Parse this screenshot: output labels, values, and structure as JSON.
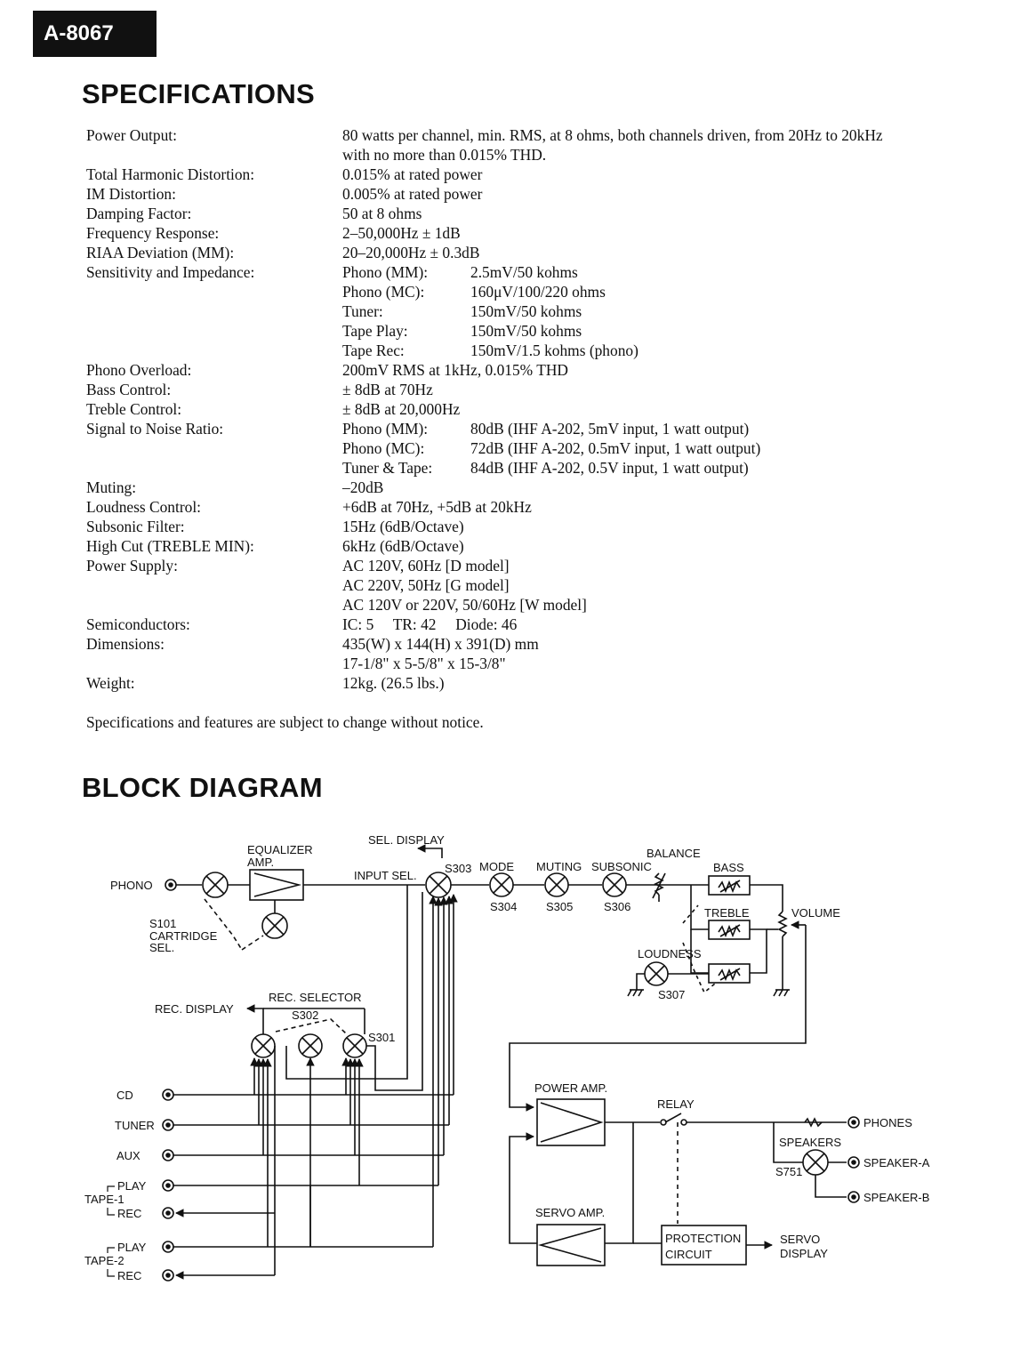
{
  "header": {
    "model": "A-8067"
  },
  "specifications": {
    "title": "SPECIFICATIONS",
    "rows": [
      {
        "label": "Power Output:",
        "lines": [
          {
            "text": "80 watts per channel, min. RMS, at 8 ohms, both channels driven, from 20Hz to 20kHz"
          },
          {
            "text": "with no more than 0.015% THD."
          }
        ]
      },
      {
        "label": "Total Harmonic Distortion:",
        "lines": [
          {
            "text": "0.015% at rated power"
          }
        ]
      },
      {
        "label": "IM Distortion:",
        "lines": [
          {
            "text": "0.005% at rated power"
          }
        ]
      },
      {
        "label": "Damping Factor:",
        "lines": [
          {
            "text": "50 at 8 ohms"
          }
        ]
      },
      {
        "label": "Frequency Response:",
        "lines": [
          {
            "text": "2–50,000Hz ± 1dB"
          }
        ]
      },
      {
        "label": "RIAA Deviation (MM):",
        "lines": [
          {
            "text": "20–20,000Hz ± 0.3dB"
          }
        ]
      },
      {
        "label": "Sensitivity and Impedance:",
        "lines": [
          {
            "sub": "Phono (MM):",
            "text": "2.5mV/50 kohms"
          },
          {
            "sub": "Phono (MC):",
            "text": "160μV/100/220 ohms"
          },
          {
            "sub": "Tuner:",
            "text": "150mV/50 kohms"
          },
          {
            "sub": "Tape Play:",
            "text": "150mV/50 kohms"
          },
          {
            "sub": "Tape Rec:",
            "text": "150mV/1.5 kohms (phono)"
          }
        ]
      },
      {
        "label": "Phono Overload:",
        "lines": [
          {
            "text": "200mV RMS at 1kHz, 0.015% THD"
          }
        ]
      },
      {
        "label": "Bass Control:",
        "lines": [
          {
            "text": "± 8dB at 70Hz"
          }
        ]
      },
      {
        "label": "Treble Control:",
        "lines": [
          {
            "text": "± 8dB at 20,000Hz"
          }
        ]
      },
      {
        "label": "Signal to Noise Ratio:",
        "lines": [
          {
            "sub": "Phono (MM):",
            "text": "80dB (IHF A-202, 5mV input, 1 watt output)"
          },
          {
            "sub": "Phono (MC):",
            "text": "72dB (IHF A-202, 0.5mV input, 1 watt output)"
          },
          {
            "sub": "Tuner & Tape:",
            "text": "84dB (IHF A-202, 0.5V input, 1 watt output)"
          }
        ]
      },
      {
        "label": "Muting:",
        "lines": [
          {
            "text": "–20dB"
          }
        ]
      },
      {
        "label": "Loudness Control:",
        "lines": [
          {
            "text": "+6dB at 70Hz, +5dB at 20kHz"
          }
        ]
      },
      {
        "label": "Subsonic Filter:",
        "lines": [
          {
            "text": "15Hz (6dB/Octave)"
          }
        ]
      },
      {
        "label": "High Cut (TREBLE MIN):",
        "lines": [
          {
            "text": "6kHz (6dB/Octave)"
          }
        ]
      },
      {
        "label": "Power Supply:",
        "lines": [
          {
            "text": "AC 120V, 60Hz [D model]"
          },
          {
            "text": "AC 220V, 50Hz [G model]"
          },
          {
            "text": "AC 120V or 220V, 50/60Hz [W model]"
          }
        ]
      },
      {
        "label": "Semiconductors:",
        "lines": [
          {
            "text": "IC: 5     TR: 42     Diode: 46"
          }
        ]
      },
      {
        "label": "Dimensions:",
        "lines": [
          {
            "text": "435(W) x 144(H) x 391(D) mm"
          },
          {
            "text": "17-1/8\" x 5-5/8\" x 15-3/8\""
          }
        ]
      },
      {
        "label": "Weight:",
        "lines": [
          {
            "text": "12kg. (26.5 lbs.)"
          }
        ]
      }
    ],
    "note": "Specifications and features are subject to change without notice."
  },
  "block_diagram": {
    "title": "BLOCK DIAGRAM",
    "labels": {
      "phono": "PHONO",
      "equalizer_amp_1": "EQUALIZER",
      "equalizer_amp_2": "AMP.",
      "sel_display": "SEL. DISPLAY",
      "input_sel": "INPUT SEL.",
      "s303": "S303",
      "mode": "MODE",
      "muting": "MUTING",
      "subsonic": "SUBSONIC",
      "balance": "BALANCE",
      "bass": "BASS",
      "s304": "S304",
      "s305": "S305",
      "s306": "S306",
      "treble": "TREBLE",
      "volume": "VOLUME",
      "s101": "S101",
      "cartridge_sel_1": "CARTRIDGE",
      "cartridge_sel_2": "SEL.",
      "loudness": "LOUDNESS",
      "s307": "S307",
      "rec_selector": "REC. SELECTOR",
      "rec_display": "REC. DISPLAY",
      "s302": "S302",
      "s301": "S301",
      "cd": "CD",
      "tuner": "TUNER",
      "aux": "AUX",
      "tape1_play": "PLAY",
      "tape1": "TAPE-1",
      "tape1_rec": "REC",
      "tape2_play": "PLAY",
      "tape2": "TAPE-2",
      "tape2_rec": "REC",
      "power_amp": "POWER AMP.",
      "relay": "RELAY",
      "phones": "PHONES",
      "speakers": "SPEAKERS",
      "speaker_a": "SPEAKER-A",
      "s751": "S751",
      "speaker_b": "SPEAKER-B",
      "servo_amp": "SERVO AMP.",
      "protection_1": "PROTECTION",
      "protection_2": "CIRCUIT",
      "servo_display_1": "SERVO",
      "servo_display_2": "DISPLAY"
    }
  }
}
